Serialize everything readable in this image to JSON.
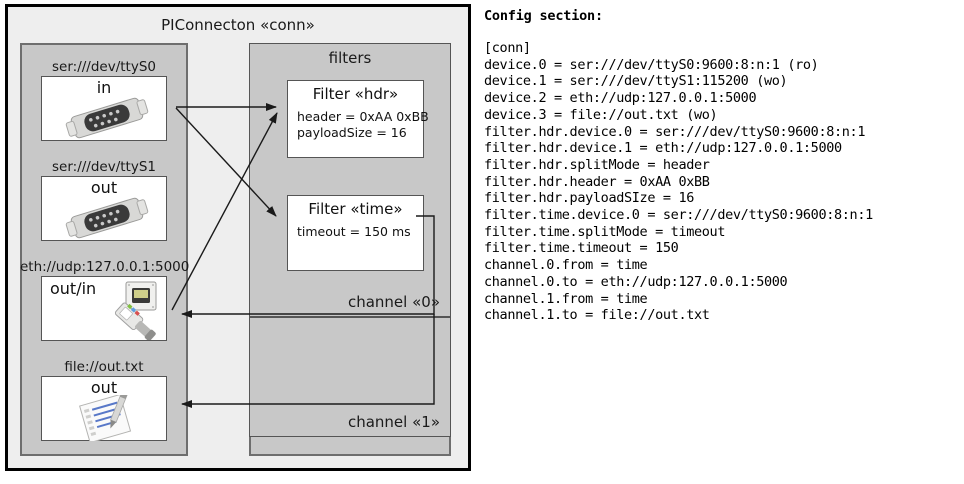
{
  "diagram": {
    "title": "PIConnecton «conn»",
    "devices_group": {
      "label": ""
    },
    "filters_group": {
      "label": "filters"
    },
    "devices": [
      {
        "caption": "ser:///dev/ttyS0",
        "io": "in",
        "icon": "serial-port-icon"
      },
      {
        "caption": "ser:///dev/ttyS1",
        "io": "out",
        "icon": "serial-port-icon"
      },
      {
        "caption": "eth://udp:127.0.0.1:5000",
        "io": "out/in",
        "icon": "network-jack-icon"
      },
      {
        "caption": "file://out.txt",
        "io": "out",
        "icon": "text-file-icon"
      }
    ],
    "filters": [
      {
        "title": "Filter «hdr»",
        "props": "header = 0xAA 0xBB\npayloadSize = 16"
      },
      {
        "title": "Filter «time»",
        "props": "timeout = 150 ms"
      }
    ],
    "channels": [
      {
        "label": "channel «0»"
      },
      {
        "label": "channel «1»"
      }
    ]
  },
  "config": {
    "heading": "Config section:",
    "lines": "[conn]\ndevice.0 = ser:///dev/ttyS0:9600:8:n:1 (ro)\ndevice.1 = ser:///dev/ttyS1:115200 (wo)\ndevice.2 = eth://udp:127.0.0.1:5000\ndevice.3 = file://out.txt (wo)\nfilter.hdr.device.0 = ser:///dev/ttyS0:9600:8:n:1\nfilter.hdr.device.1 = eth://udp:127.0.0.1:5000\nfilter.hdr.splitMode = header\nfilter.hdr.header = 0xAA 0xBB\nfilter.hdr.payloadSIze = 16\nfilter.time.device.0 = ser:///dev/ttyS0:9600:8:n:1\nfilter.time.splitMode = timeout\nfilter.time.timeout = 150\nchannel.0.from = time\nchannel.0.to = eth://udp:127.0.0.1:5000\nchannel.1.from = time\nchannel.1.to = file://out.txt"
  },
  "colors": {
    "page_background": "#ffffff",
    "frame_background": "#eeeeee",
    "package_fill": "#c8c8c8",
    "card_fill": "#ffffff",
    "frame_border": "#000000",
    "package_border": "#6e6e6e",
    "wire": "#1a1a1a"
  }
}
